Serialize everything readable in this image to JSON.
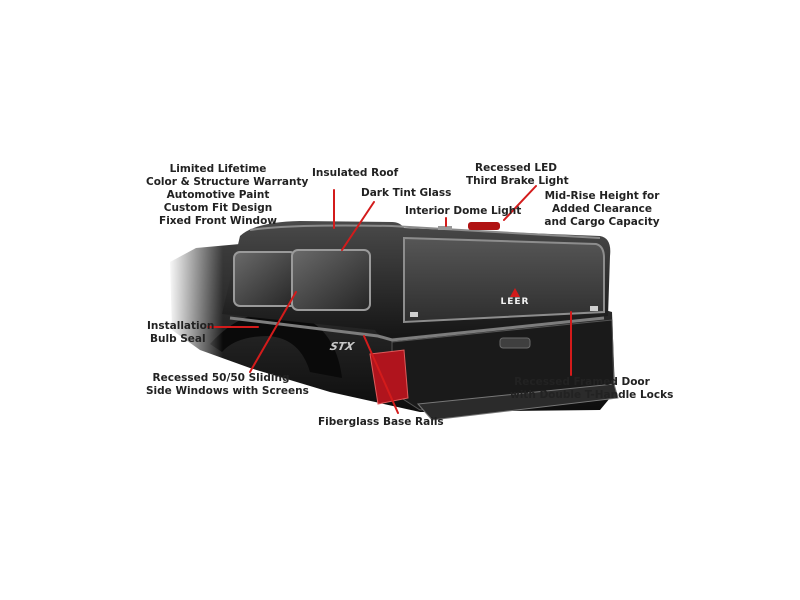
{
  "brand": {
    "logo_text": "LEER",
    "badge": "STX"
  },
  "callout_color": "#d31b1b",
  "labels": {
    "warranty": [
      "Limited Lifetime",
      "Color & Structure Warranty",
      "Automotive Paint",
      "Custom Fit Design",
      "Fixed Front Window"
    ],
    "insulated_roof": [
      "Insulated Roof"
    ],
    "dark_tint_glass": [
      "Dark Tint Glass"
    ],
    "interior_dome_light": [
      "Interior Dome Light"
    ],
    "brake_light": [
      "Recessed LED",
      "Third Brake Light"
    ],
    "mid_rise": [
      "Mid-Rise Height for",
      "Added Clearance",
      "and Cargo Capacity"
    ],
    "bulb_seal": [
      "Installation",
      "Bulb Seal"
    ],
    "side_windows": [
      "Recessed 50/50 Sliding",
      "Side Windows with Screens"
    ],
    "base_rails": [
      "Fiberglass Base Rails"
    ],
    "framed_door": [
      "Recessed Framed Door",
      "with Double T-Handle Locks"
    ]
  }
}
